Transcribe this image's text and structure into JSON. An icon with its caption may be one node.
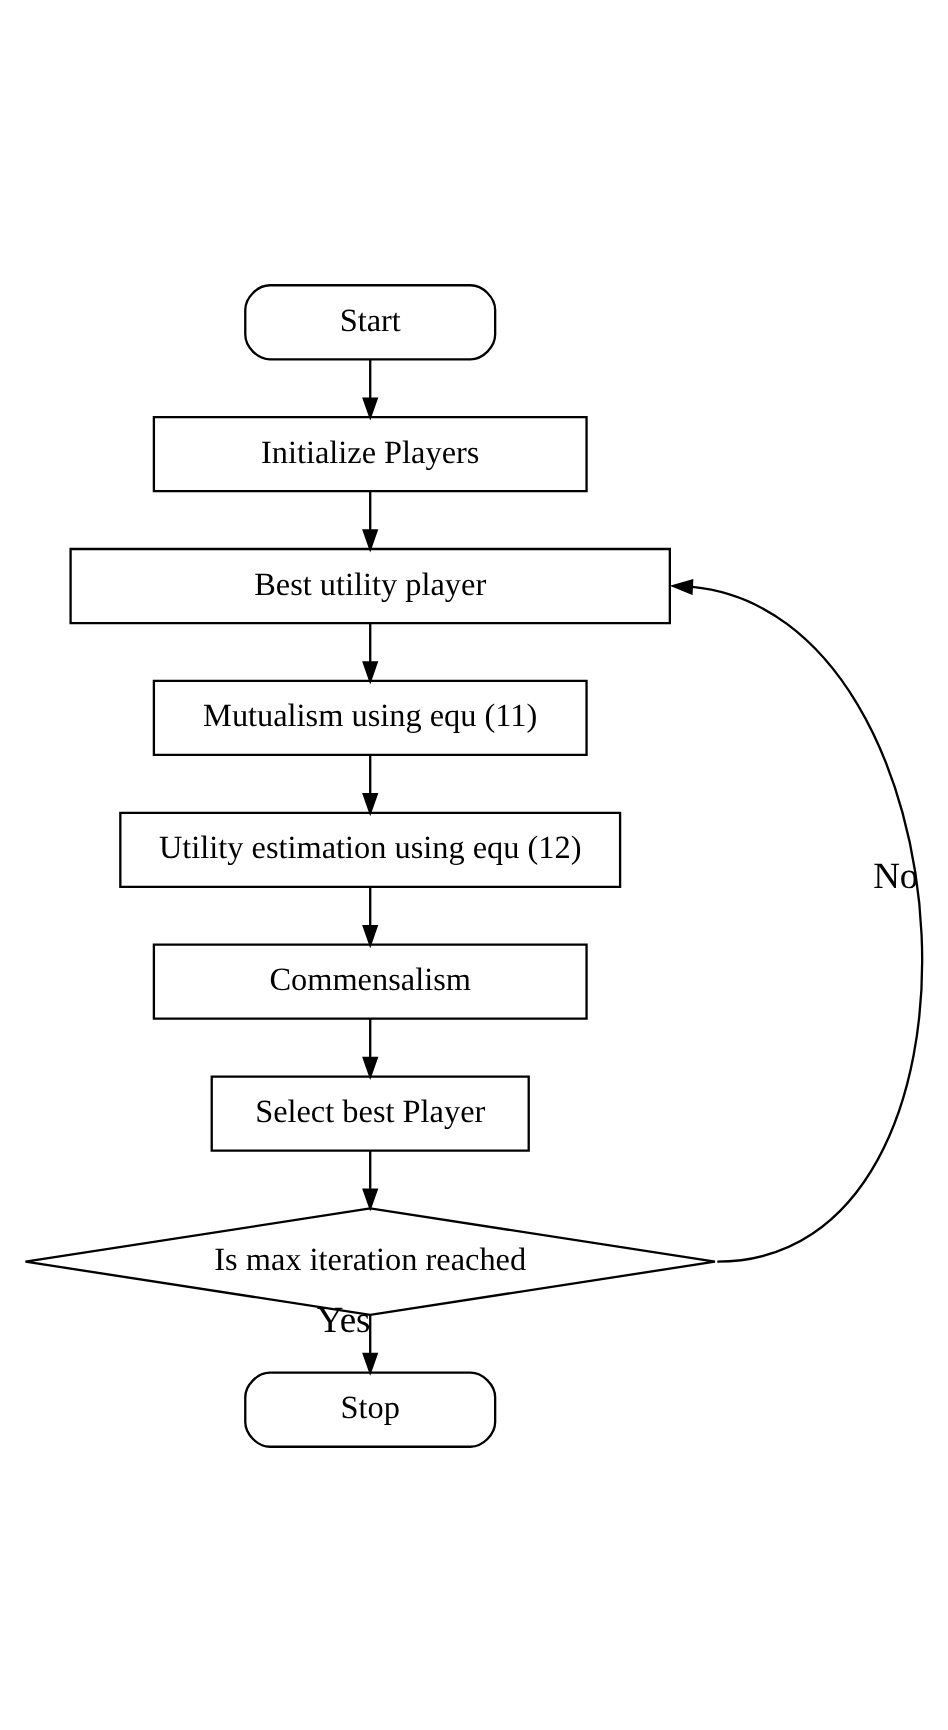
{
  "diagram": {
    "nodes": [
      {
        "text": [
          "Start"
        ]
      },
      {
        "text": [
          "Initialize Players"
        ]
      },
      {
        "text": [
          "Best utility player"
        ]
      },
      {
        "text": [
          "Mutualism using equ (11)"
        ]
      },
      {
        "text": [
          "Utility estimation using equ (12)"
        ]
      },
      {
        "text": [
          "Commensalism"
        ]
      },
      {
        "text": [
          "Select best Player"
        ]
      },
      {
        "text": [
          "Is max iteration reached"
        ]
      },
      {
        "text": [
          "Stop"
        ]
      }
    ],
    "edges": [
      {
        "from": 0,
        "to": 1,
        "arrow": "to"
      },
      {
        "from": 1,
        "to": 2,
        "arrow": "to"
      },
      {
        "from": 2,
        "to": 3,
        "arrow": "to"
      },
      {
        "from": 3,
        "to": 4,
        "arrow": "to"
      },
      {
        "from": 4,
        "to": 5,
        "arrow": "to"
      },
      {
        "from": 5,
        "to": 6,
        "arrow": "to"
      },
      {
        "from": 6,
        "to": 7,
        "arrow": "to"
      },
      {
        "from": 7,
        "to": 2,
        "arrow": "to",
        "label": "No"
      },
      {
        "from": 7,
        "to": 8,
        "arrow": "to",
        "label": "Yes"
      }
    ]
  }
}
